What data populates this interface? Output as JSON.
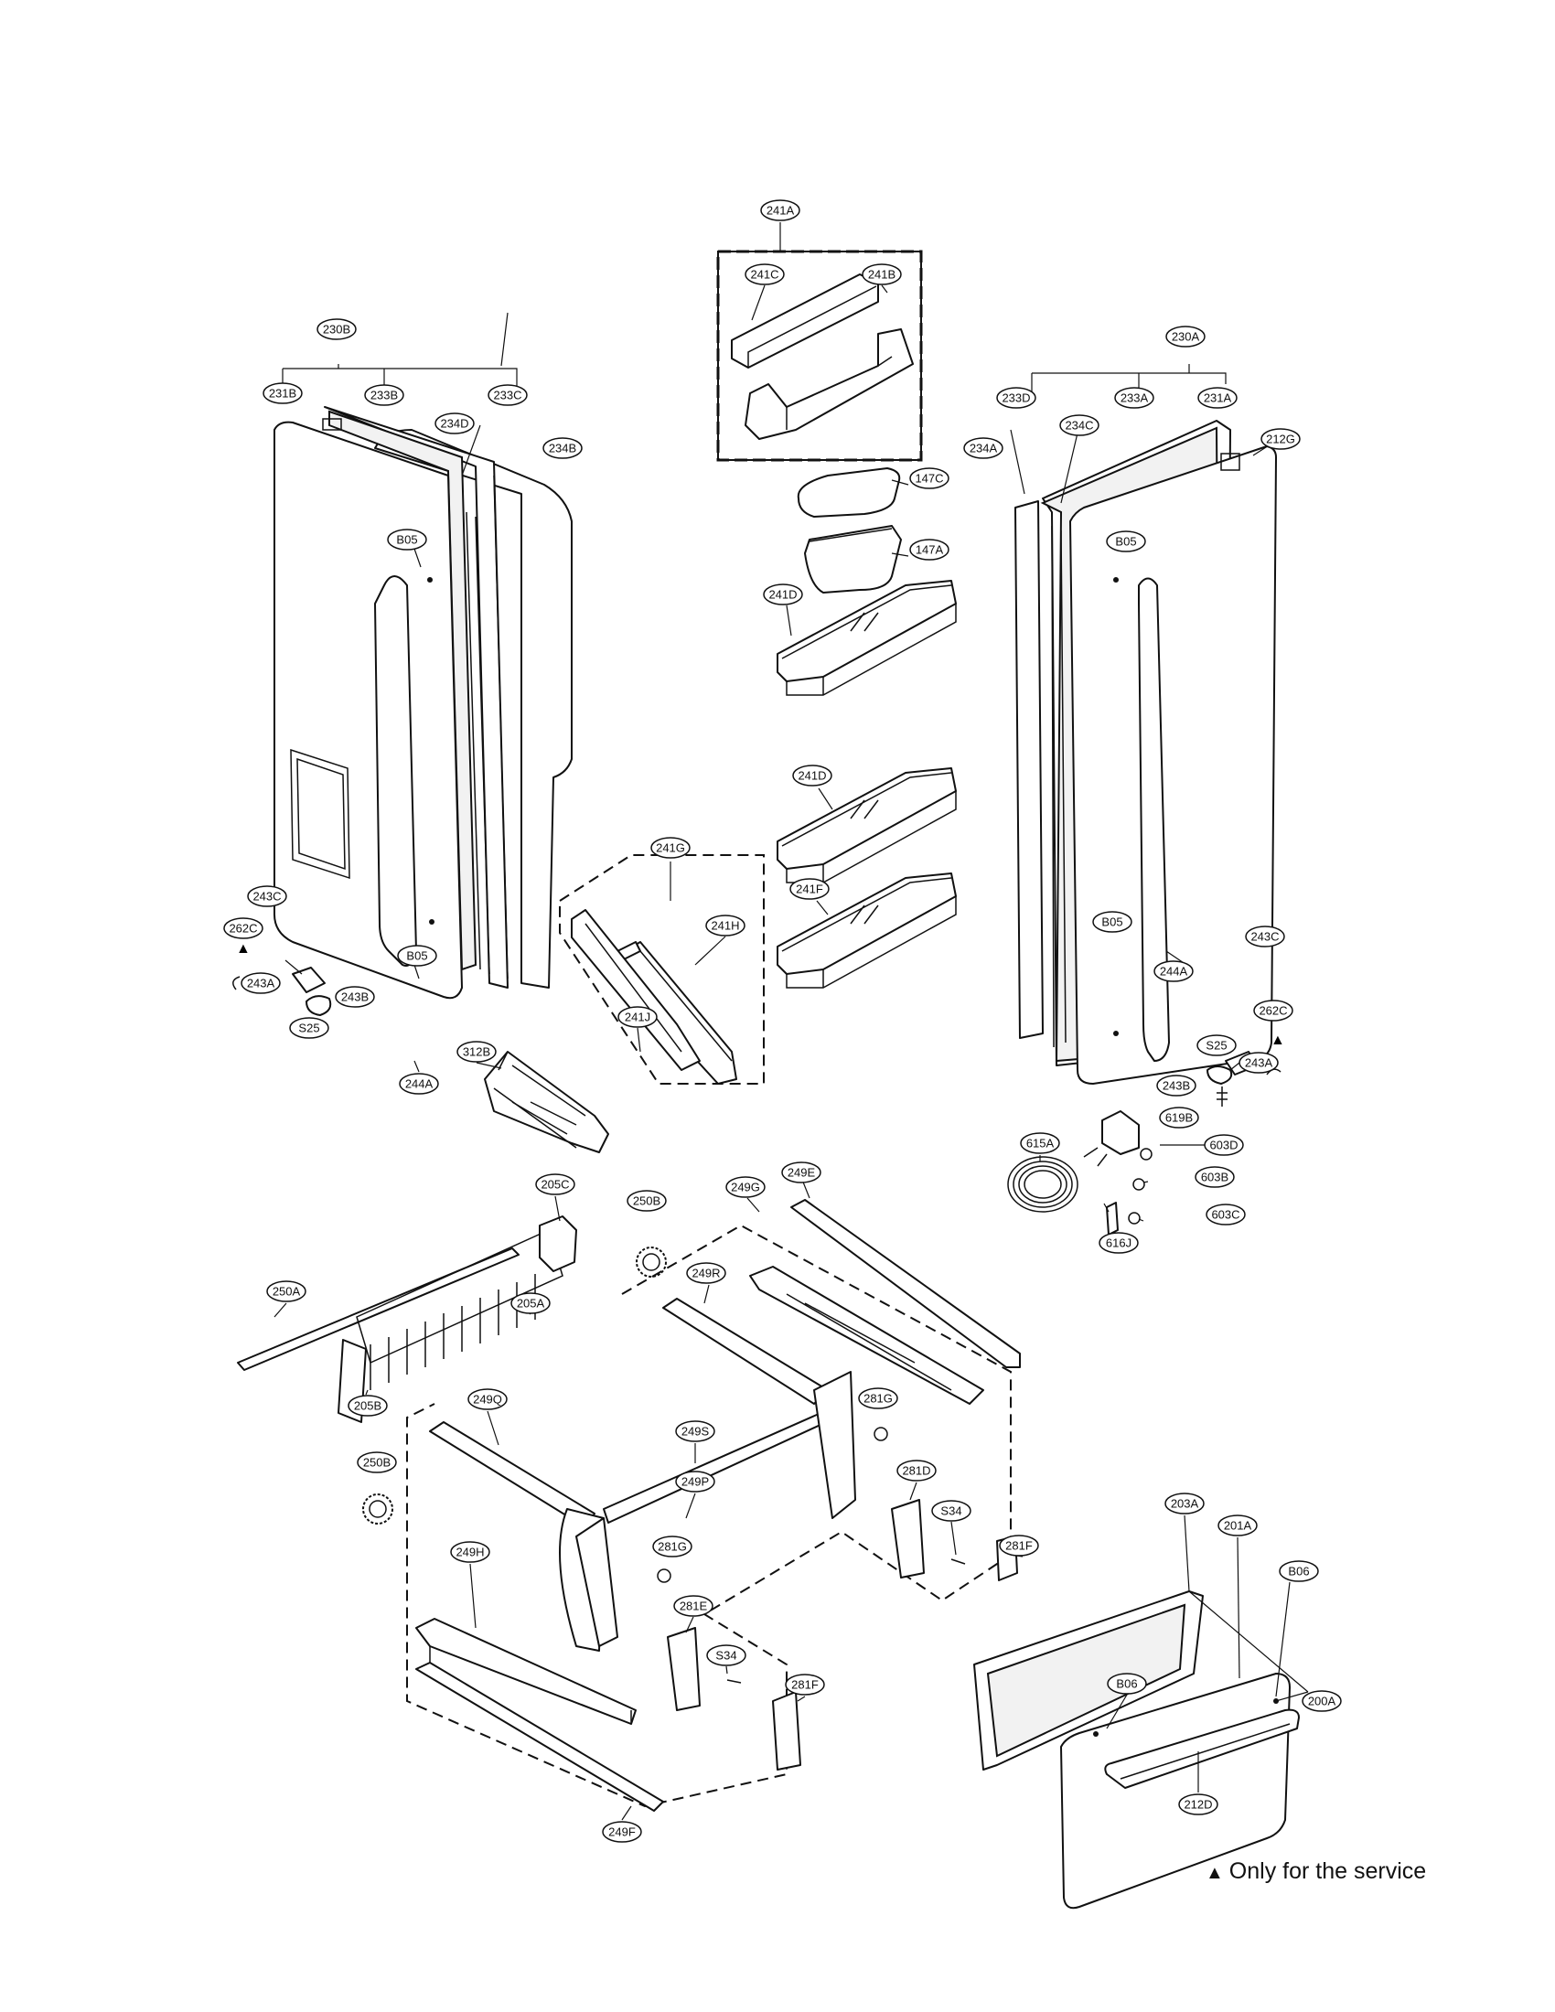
{
  "callouts": [
    {
      "id": "241A"
    },
    {
      "id": "241C"
    },
    {
      "id": "241B"
    },
    {
      "id": "147C"
    },
    {
      "id": "147A"
    },
    {
      "id": "241D"
    },
    {
      "id": "241D"
    },
    {
      "id": "241F"
    },
    {
      "id": "241G"
    },
    {
      "id": "241H"
    },
    {
      "id": "241J"
    },
    {
      "id": "312B"
    },
    {
      "id": "230B"
    },
    {
      "id": "231B"
    },
    {
      "id": "233B"
    },
    {
      "id": "233C"
    },
    {
      "id": "234D"
    },
    {
      "id": "234B"
    },
    {
      "id": "B05"
    },
    {
      "id": "B05"
    },
    {
      "id": "243C"
    },
    {
      "id": "262C"
    },
    {
      "id": "243A"
    },
    {
      "id": "243B"
    },
    {
      "id": "244A"
    },
    {
      "id": "S25"
    },
    {
      "id": "230A"
    },
    {
      "id": "233D"
    },
    {
      "id": "233A"
    },
    {
      "id": "231A"
    },
    {
      "id": "234A"
    },
    {
      "id": "234C"
    },
    {
      "id": "212G"
    },
    {
      "id": "B05"
    },
    {
      "id": "B05"
    },
    {
      "id": "244A"
    },
    {
      "id": "243C"
    },
    {
      "id": "262C"
    },
    {
      "id": "243B"
    },
    {
      "id": "243A"
    },
    {
      "id": "S25"
    },
    {
      "id": "615A"
    },
    {
      "id": "619B"
    },
    {
      "id": "603D"
    },
    {
      "id": "603B"
    },
    {
      "id": "603C"
    },
    {
      "id": "616J"
    },
    {
      "id": "205C"
    },
    {
      "id": "250B"
    },
    {
      "id": "250A"
    },
    {
      "id": "205A"
    },
    {
      "id": "205B"
    },
    {
      "id": "250B"
    },
    {
      "id": "249G"
    },
    {
      "id": "249E"
    },
    {
      "id": "249R"
    },
    {
      "id": "249Q"
    },
    {
      "id": "249S"
    },
    {
      "id": "249P"
    },
    {
      "id": "281G"
    },
    {
      "id": "281D"
    },
    {
      "id": "S34"
    },
    {
      "id": "281F"
    },
    {
      "id": "249H"
    },
    {
      "id": "281G"
    },
    {
      "id": "281E"
    },
    {
      "id": "S34"
    },
    {
      "id": "281F"
    },
    {
      "id": "249F"
    },
    {
      "id": "203A"
    },
    {
      "id": "201A"
    },
    {
      "id": "B06"
    },
    {
      "id": "B06"
    },
    {
      "id": "200A"
    },
    {
      "id": "212D"
    }
  ],
  "markers": {
    "service_triangle": "▲"
  },
  "footnote": {
    "symbol": "▲",
    "text": "Only for the service"
  }
}
